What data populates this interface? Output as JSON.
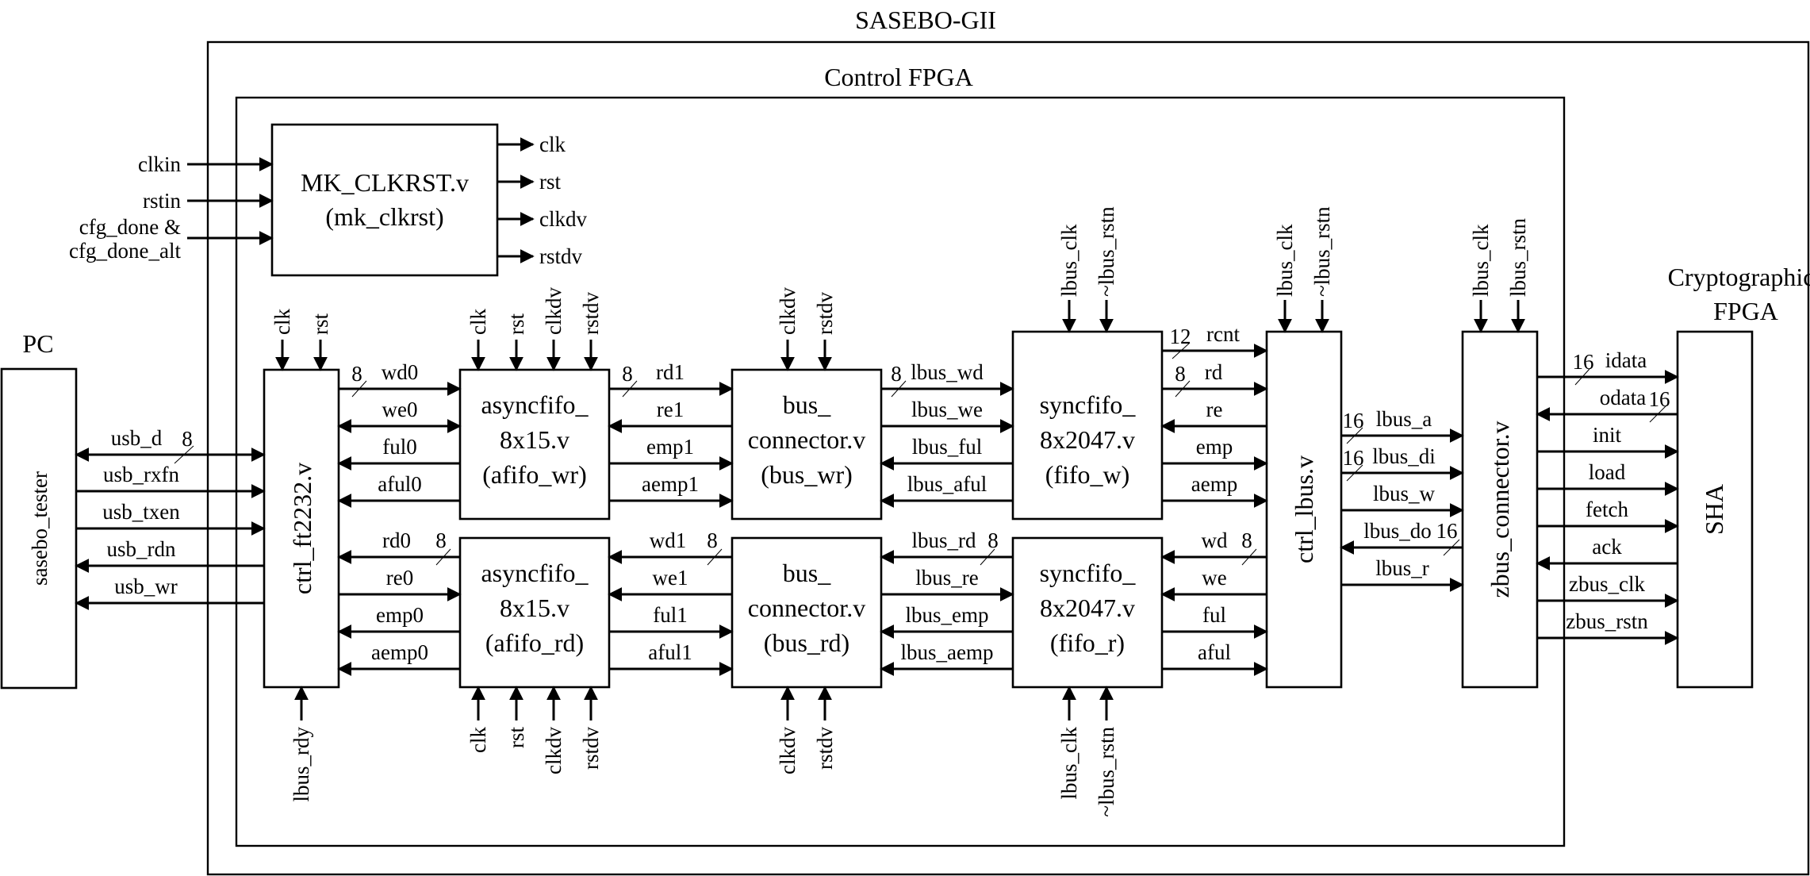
{
  "titles": {
    "board": "SASEBO-GII",
    "control": "Control FPGA",
    "pc": "PC",
    "crypto_line1": "Cryptographic",
    "crypto_line2": "FPGA"
  },
  "blocks": {
    "sasebo_tester": "sasebo_tester",
    "mk_clkrst_line1": "MK_CLKRST.v",
    "mk_clkrst_line2": "(mk_clkrst)",
    "ctrl_ft2232": "ctrl_ft2232.v",
    "afifo_wr": [
      "asyncfifo_",
      "8x15.v",
      "(afifo_wr)"
    ],
    "afifo_rd": [
      "asyncfifo_",
      "8x15.v",
      "(afifo_rd)"
    ],
    "bus_wr": [
      "bus_",
      "connector.v",
      "(bus_wr)"
    ],
    "bus_rd": [
      "bus_",
      "connector.v",
      "(bus_rd)"
    ],
    "fifo_w": [
      "syncfifo_",
      "8x2047.v",
      "(fifo_w)"
    ],
    "fifo_r": [
      "syncfifo_",
      "8x2047.v",
      "(fifo_r)"
    ],
    "ctrl_lbus": "ctrl_lbus.v",
    "zbus_connector": "zbus_connector.v",
    "sha": "SHA"
  },
  "signals": {
    "clkin": "clkin",
    "rstin": "rstin",
    "cfg_done_1": "cfg_done &",
    "cfg_done_2": "cfg_done_alt",
    "clk": "clk",
    "rst": "rst",
    "clkdv": "clkdv",
    "rstdv": "rstdv",
    "usb_d": "usb_d",
    "usb_rxfn": "usb_rxfn",
    "usb_txen": "usb_txen",
    "usb_rdn": "usb_rdn",
    "usb_wr": "usb_wr",
    "lbus_rdy": "lbus_rdy",
    "wd0": "wd0",
    "we0": "we0",
    "ful0": "ful0",
    "aful0": "aful0",
    "rd0": "rd0",
    "re0": "re0",
    "emp0": "emp0",
    "aemp0": "aemp0",
    "rd1": "rd1",
    "re1": "re1",
    "emp1": "emp1",
    "aemp1": "aemp1",
    "wd1": "wd1",
    "we1": "we1",
    "ful1": "ful1",
    "aful1": "aful1",
    "lbus_wd": "lbus_wd",
    "lbus_we": "lbus_we",
    "lbus_ful": "lbus_ful",
    "lbus_aful": "lbus_aful",
    "lbus_rd": "lbus_rd",
    "lbus_re": "lbus_re",
    "lbus_emp": "lbus_emp",
    "lbus_aemp": "lbus_aemp",
    "lbus_clk": "lbus_clk",
    "lbus_rstn": "~lbus_rstn",
    "lbus_rstn_plain": "lbus_rstn",
    "rcnt": "rcnt",
    "rd": "rd",
    "re": "re",
    "emp": "emp",
    "aemp": "aemp",
    "wd": "wd",
    "we": "we",
    "ful": "ful",
    "aful": "aful",
    "lbus_a": "lbus_a",
    "lbus_di": "lbus_di",
    "lbus_w": "lbus_w",
    "lbus_do": "lbus_do",
    "lbus_r": "lbus_r",
    "idata": "idata",
    "odata": "odata",
    "init": "init",
    "load": "load",
    "fetch": "fetch",
    "ack": "ack",
    "zbus_clk": "zbus_clk",
    "zbus_rstn": "zbus_rstn"
  },
  "bus_widths": {
    "w8": "8",
    "w12": "12",
    "w16": "16"
  }
}
